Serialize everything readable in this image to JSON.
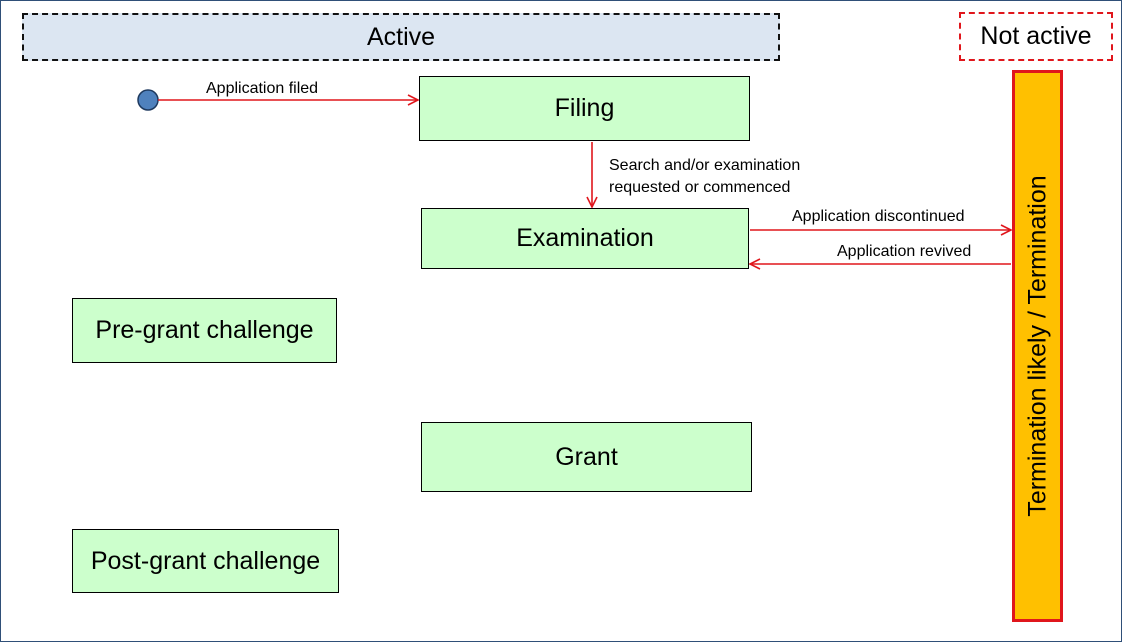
{
  "headers": {
    "active": "Active",
    "not_active": "Not active"
  },
  "states": {
    "filing": "Filing",
    "examination": "Examination",
    "pre_grant_challenge": "Pre-grant challenge",
    "grant": "Grant",
    "post_grant_challenge": "Post-grant challenge"
  },
  "termination": {
    "label": "Termination likely / Termination"
  },
  "transitions": {
    "application_filed": "Application filed",
    "search_line1": "Search and/or examination",
    "search_line2": "requested or commenced",
    "application_discontinued": "Application discontinued",
    "application_revived": "Application revived"
  },
  "colors": {
    "active_header_fill": "#dce6f2",
    "state_fill": "#ccffcc",
    "termination_fill": "#ffc000",
    "arrow": "#e0161c",
    "start_node": "#4f81bd"
  }
}
